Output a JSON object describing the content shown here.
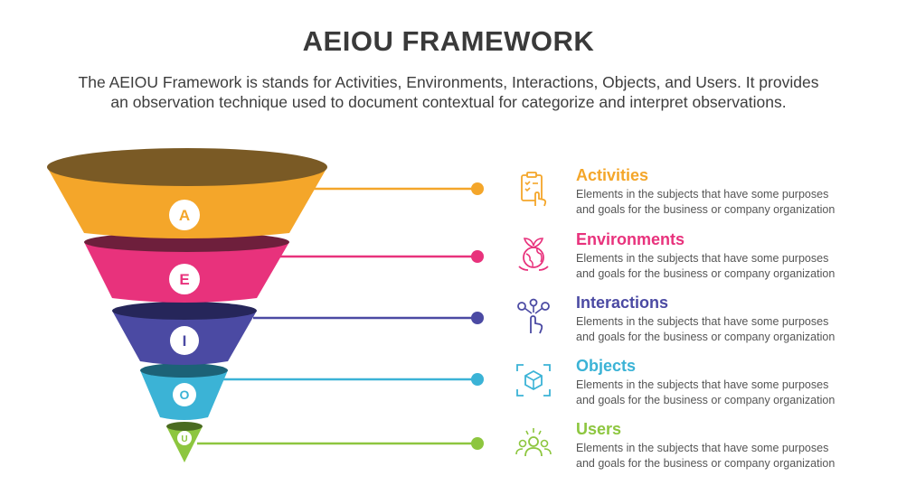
{
  "title": "AEIOU FRAMEWORK",
  "subtitle_line1": "The AEIOU Framework is stands for Activities, Environments, Interactions, Objects, and Users. It provides",
  "subtitle_line2": "an observation technique used to document contextual for categorize and interpret observations.",
  "items": [
    {
      "letter": "A",
      "label": "Activities",
      "desc1": "Elements in the subjects that have some purposes",
      "desc2": "and goals for the  business or company organization",
      "color": "#f4a62a",
      "dark": "#7a5a25",
      "icon": "checklist-hand-icon"
    },
    {
      "letter": "E",
      "label": "Environments",
      "desc1": "Elements in the subjects that have some purposes",
      "desc2": "and goals for the  business or company organization",
      "color": "#e8327c",
      "dark": "#6e1f3c",
      "icon": "globe-leaf-icon"
    },
    {
      "letter": "I",
      "label": "Interactions",
      "desc1": "Elements in the subjects that have some purposes",
      "desc2": "and goals for the  business or company organization",
      "color": "#4b4aa3",
      "dark": "#26265a",
      "icon": "touch-network-icon"
    },
    {
      "letter": "O",
      "label": "Objects",
      "desc1": "Elements in the subjects that have some purposes",
      "desc2": "and goals for the  business or company organization",
      "color": "#3bb3d6",
      "dark": "#1c6277",
      "icon": "cube-focus-icon"
    },
    {
      "letter": "U",
      "label": "Users",
      "desc1": "Elements in the subjects that have some purposes",
      "desc2": "and goals for the  business or company organization",
      "color": "#8dc63f",
      "dark": "#4a6a20",
      "icon": "users-group-icon"
    }
  ]
}
